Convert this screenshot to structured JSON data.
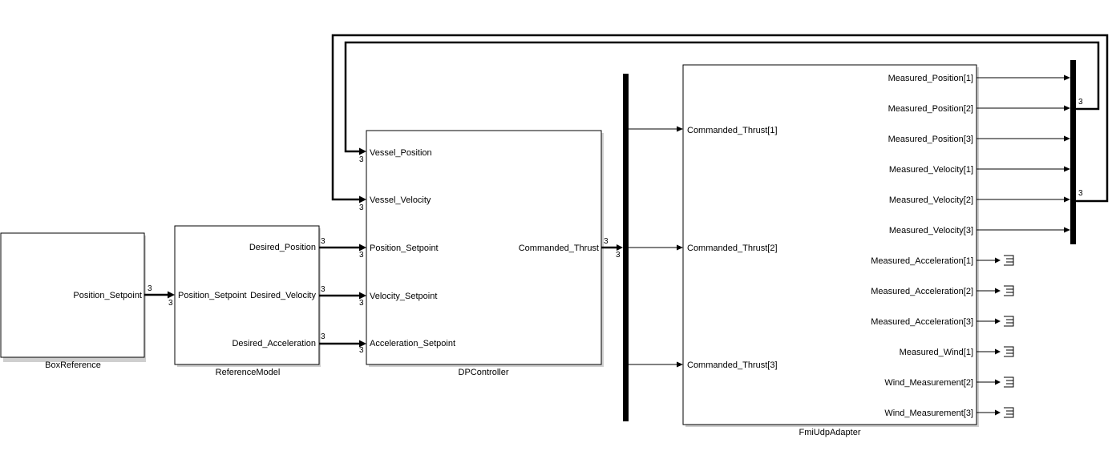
{
  "blocks": {
    "box_reference": {
      "name": "BoxReference",
      "outputs": [
        "Position_Setpoint"
      ]
    },
    "reference_model": {
      "name": "ReferenceModel",
      "inputs": [
        "Position_Setpoint"
      ],
      "outputs": [
        "Desired_Position",
        "Desired_Velocity",
        "Desired_Acceleration"
      ]
    },
    "dp_controller": {
      "name": "DPController",
      "inputs": [
        "Vessel_Position",
        "Vessel_Velocity",
        "Position_Setpoint",
        "Velocity_Setpoint",
        "Acceleration_Setpoint"
      ],
      "outputs": [
        "Commanded_Thrust"
      ]
    },
    "fmi_udp_adapter": {
      "name": "FmiUdpAdapter",
      "inputs": [
        "Commanded_Thrust[1]",
        "Commanded_Thrust[2]",
        "Commanded_Thrust[3]"
      ],
      "outputs": [
        "Measured_Position[1]",
        "Measured_Position[2]",
        "Measured_Position[3]",
        "Measured_Velocity[1]",
        "Measured_Velocity[2]",
        "Measured_Velocity[3]",
        "Measured_Acceleration[1]",
        "Measured_Acceleration[2]",
        "Measured_Acceleration[3]",
        "Measured_Wind[1]",
        "Wind_Measurement[2]",
        "Wind_Measurement[3]"
      ]
    }
  },
  "signal_dimension": "3"
}
